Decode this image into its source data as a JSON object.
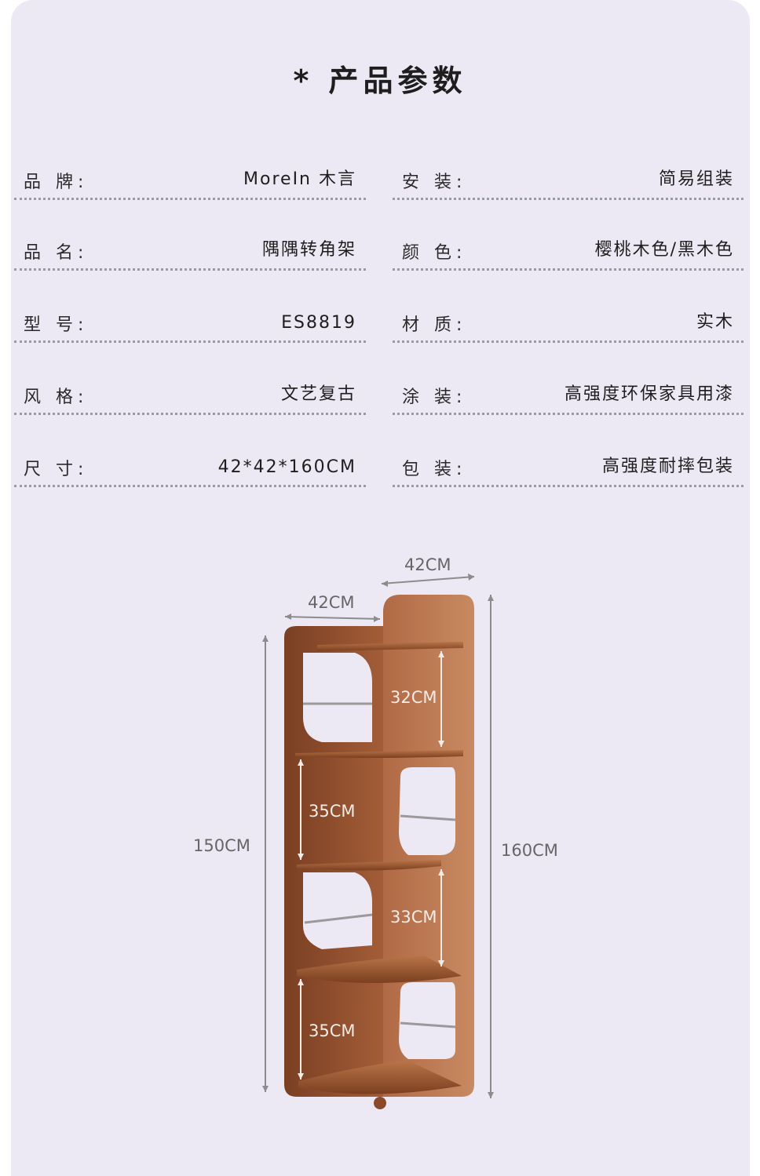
{
  "title": "* 产品参数",
  "specs_left": [
    {
      "label": "品 牌:",
      "value": "MoreIn 木言"
    },
    {
      "label": "品 名:",
      "value": "隅隅转角架"
    },
    {
      "label": "型 号:",
      "value": "ES8819"
    },
    {
      "label": "风 格:",
      "value": "文艺复古"
    },
    {
      "label": "尺 寸:",
      "value": "42*42*160CM"
    }
  ],
  "specs_right": [
    {
      "label": "安 装:",
      "value": "简易组装"
    },
    {
      "label": "颜 色:",
      "value": "樱桃木色/黑木色"
    },
    {
      "label": "材 质:",
      "value": "实木"
    },
    {
      "label": "涂 装:",
      "value": "高强度环保家具用漆"
    },
    {
      "label": "包 装:",
      "value": "高强度耐摔包装"
    }
  ],
  "dimensions": {
    "width_right": "42CM",
    "width_left": "42CM",
    "height_left": "150CM",
    "height_right": "160CM",
    "gap_1": "32CM",
    "gap_2": "35CM",
    "gap_3": "33CM",
    "gap_4": "35CM"
  },
  "colors": {
    "background": "#ede9f4",
    "wood_dark": "#8a4a2a",
    "wood_light": "#b87250"
  }
}
